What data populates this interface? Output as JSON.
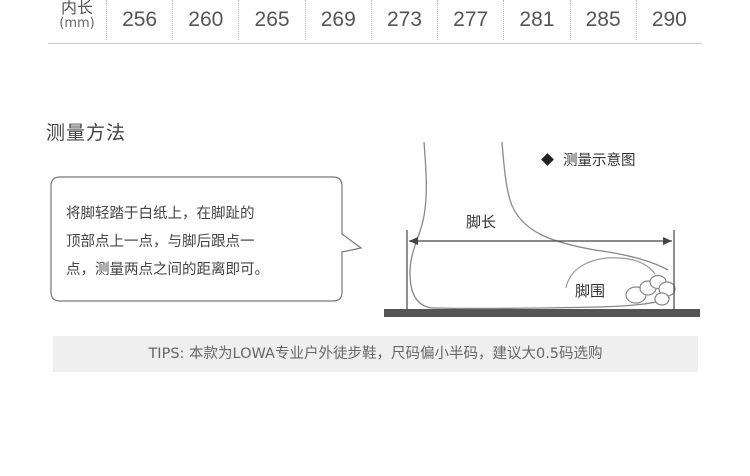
{
  "size_table": {
    "header_label": "内长",
    "header_unit": "(mm)",
    "values": [
      "256",
      "260",
      "265",
      "269",
      "273",
      "277",
      "281",
      "285",
      "290"
    ]
  },
  "measure": {
    "title": "测量方法",
    "instructions": [
      "将脚轻踏于白纸上，在脚趾的",
      "顶部点上一点，与脚后跟点一",
      "点，测量两点之间的距离即可。"
    ]
  },
  "diagram": {
    "legend": "测量示意图",
    "length_label": "脚长",
    "width_label": "脚围",
    "legend_icon": "diamond-bullet-icon"
  },
  "tips": {
    "text": "TIPS: 本款为LOWA专业户外徒步鞋，尺码偏小半码，建议大0.5码选购"
  },
  "colors": {
    "background": "#ffffff",
    "text": "#444444",
    "tips_bg": "#efefef",
    "ground": "#555555"
  }
}
